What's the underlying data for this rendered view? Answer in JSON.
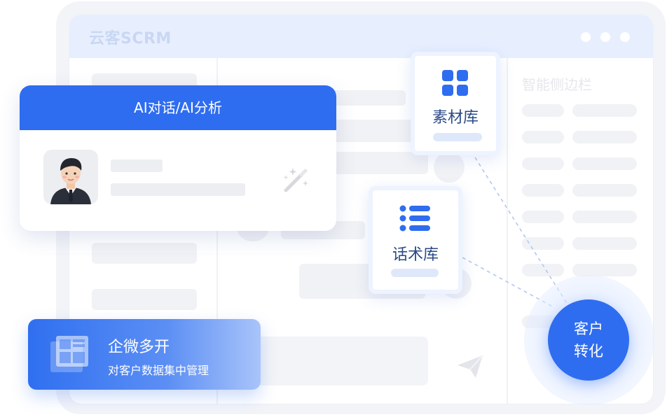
{
  "app": {
    "title": "云客SCRM"
  },
  "right_sidebar": {
    "title": "智能侧边栏"
  },
  "ai_card": {
    "header": "AI对话/AI分析",
    "icon": "magic-wand-icon"
  },
  "material_card": {
    "label": "素材库",
    "icon": "grid-icon"
  },
  "script_card": {
    "label": "话术库",
    "icon": "list-icon"
  },
  "wecom_card": {
    "title": "企微多开",
    "subtitle": "对客户数据集中管理",
    "icon": "layout-icon"
  },
  "conversion": {
    "line1": "客户",
    "line2": "转化"
  },
  "colors": {
    "accent": "#2f6df0",
    "titlebar": "#e7efff",
    "skeleton": "#f1f2f5"
  }
}
